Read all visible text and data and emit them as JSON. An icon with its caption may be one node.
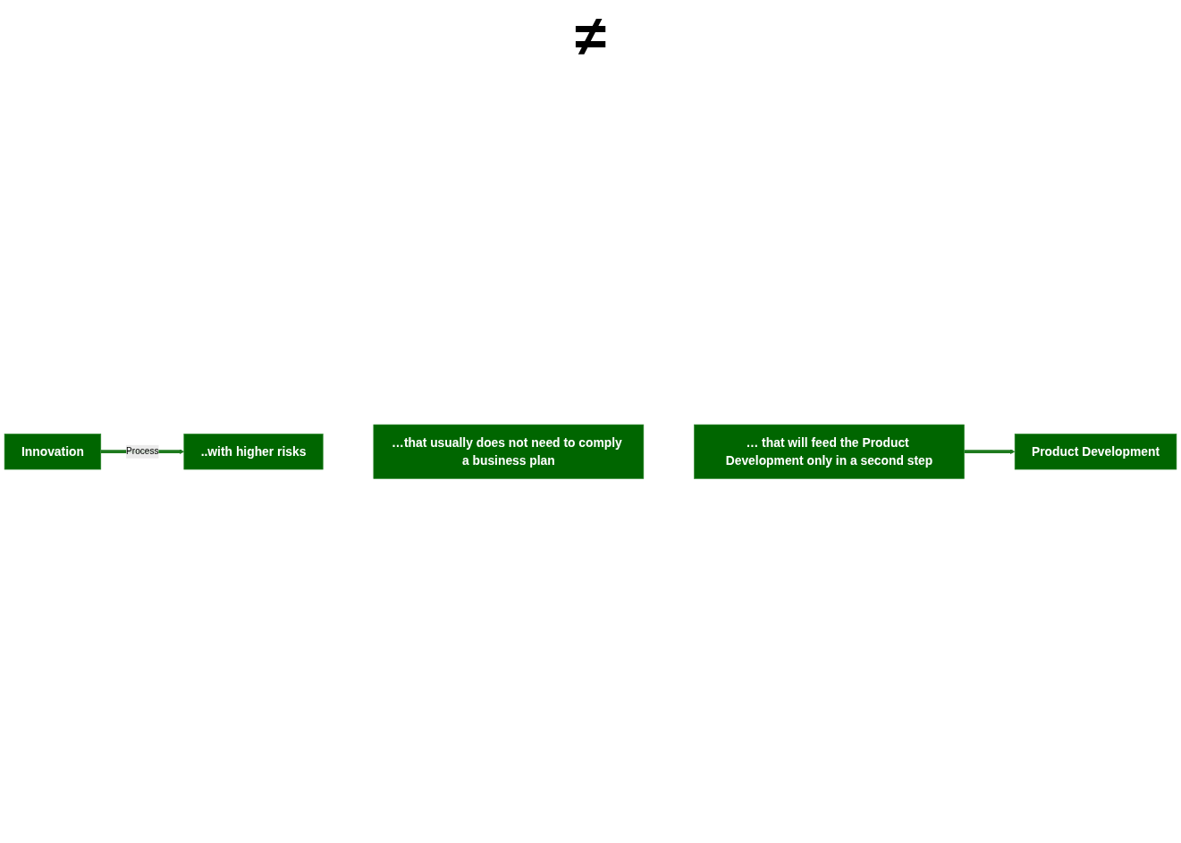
{
  "diagram": {
    "nodes": [
      {
        "text": [
          "Product Development"
        ]
      },
      {
        "text": [
          "Innovation"
        ]
      },
      {
        "text": [
          "..with higher risks"
        ]
      },
      {
        "text": [
          "…that usually does not need to comply a business plan"
        ]
      },
      {
        "text": [
          "… that will feed the Product Development only in a second step"
        ]
      }
    ],
    "edges": [
      {
        "from": 1,
        "to": 2,
        "arrow": "to",
        "label": "Process"
      },
      {
        "from": 4,
        "to": 0,
        "arrow": "to"
      }
    ],
    "labels": [
      "≠"
    ]
  }
}
